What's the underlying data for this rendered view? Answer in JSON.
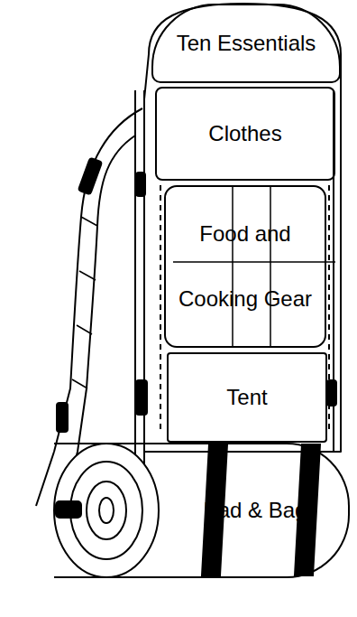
{
  "diagram": {
    "nodes": [
      {
        "text": [
          "Ten Essentials"
        ]
      },
      {
        "text": [
          "Clothes"
        ]
      },
      {
        "text": [
          "Food and Cooking Gear"
        ]
      },
      {
        "text": [
          "Tent"
        ]
      },
      {
        "text": [
          "Pad & Bag"
        ]
      }
    ]
  }
}
